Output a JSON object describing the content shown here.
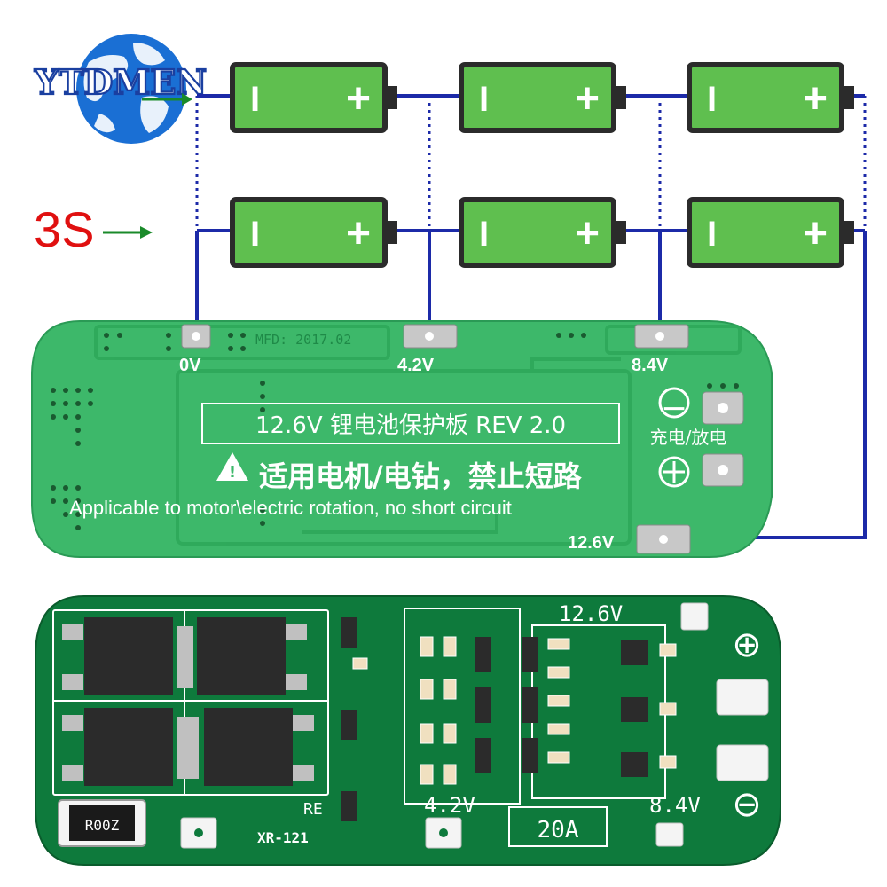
{
  "brand": {
    "name": "YTDMEN"
  },
  "series_label": "3S",
  "battery": {
    "minus": "I",
    "plus": "+"
  },
  "top_board": {
    "tap_labels": [
      "0V",
      "4.2V",
      "8.4V"
    ],
    "output_label": "12.6V",
    "mfd_text": "MFD: 2017.02",
    "title_cn": "12.6V 锂电池保护板 REV 2.0",
    "warning_cn": "适用电机/电钻，禁止短路",
    "warning_en": "Applicable to motor\\electric rotation, no short circuit",
    "charge_discharge": "充电/放电",
    "neg_symbol": "−",
    "pos_symbol": "+"
  },
  "bottom_board": {
    "voltage_top": "12.6V",
    "voltage_left": "4.2V",
    "voltage_right": "8.4V",
    "current": "20A",
    "model": "XR-121",
    "resistor": "R00Z",
    "ref_text": "RE",
    "neg_symbol": "⊖",
    "pos_symbol": "⊕"
  },
  "colors": {
    "battery_green": "#5fbf4f",
    "battery_outline": "#2b2b2b",
    "wire": "#1c2aa8",
    "board_green": "#3db86a",
    "board_dark": "#0e7a3c",
    "label_red": "#e01010",
    "arrow_green": "#1a8a2a",
    "logo_blue": "#1a6fd4"
  }
}
